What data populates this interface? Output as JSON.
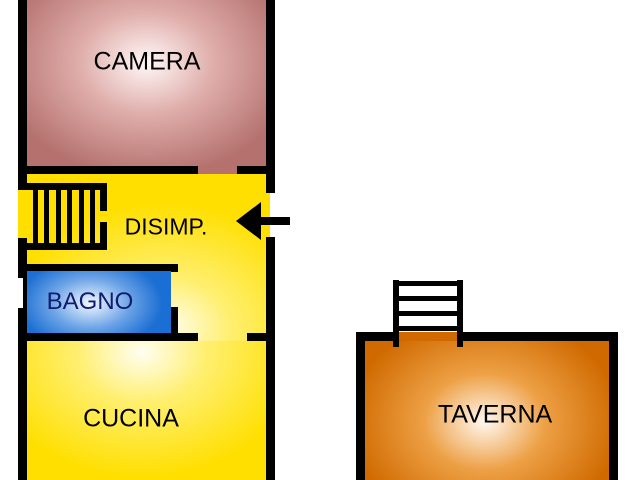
{
  "floorplan": {
    "background": "#ffffff",
    "wall_color": "#000000",
    "rooms": {
      "camera": {
        "label": "CAMERA",
        "fill": "#b4716e",
        "text_color": "#000000"
      },
      "disimp": {
        "label": "DISIMP.",
        "fill": "#ffdf00",
        "text_color": "#000000"
      },
      "bagno": {
        "label": "BAGNO",
        "fill": "#1b6ed3",
        "text_color": "#101c70"
      },
      "cucina": {
        "label": "CUCINA",
        "fill": "#ffdf00",
        "text_color": "#000000"
      },
      "taverna": {
        "label": "TAVERNA",
        "fill": "#d06a00",
        "text_color": "#000000"
      }
    },
    "symbols": {
      "stairs": "stairs",
      "ladder": "ladder",
      "entrance_arrow": "left-arrow",
      "window": "window-opening"
    }
  }
}
